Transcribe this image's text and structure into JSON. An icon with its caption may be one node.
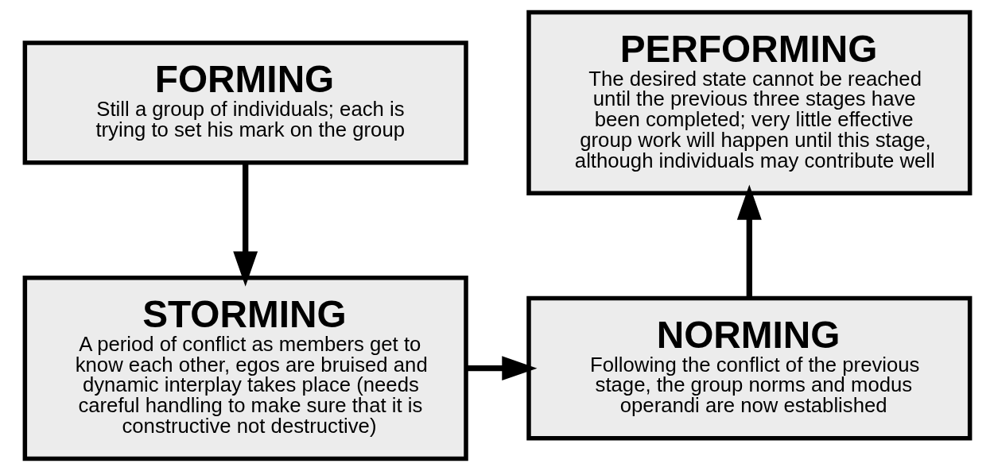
{
  "diagram": {
    "nodes": [
      {
        "text": [
          "FORMING",
          "Still a group of individuals; each is trying to set his mark on the group"
        ]
      },
      {
        "text": [
          "PERFORMING",
          "The desired state cannot be reached until the previous three stages have been completed; very little effective group work will happen until this stage, although individuals may contribute well"
        ]
      },
      {
        "text": [
          "STORMING",
          "A period of conflict as members get to know each other, egos are bruised and dynamic interplay takes place (needs careful handling to make sure that it is constructive not destructive)"
        ]
      },
      {
        "text": [
          "NORMING",
          "Following the conflict of the previous stage, the group norms and modus operandi are now established"
        ]
      }
    ],
    "edges": [
      {
        "from": 0,
        "to": 2,
        "arrow": "to"
      },
      {
        "from": 2,
        "to": 3,
        "arrow": "to"
      },
      {
        "from": 3,
        "to": 1,
        "arrow": "to"
      }
    ]
  }
}
